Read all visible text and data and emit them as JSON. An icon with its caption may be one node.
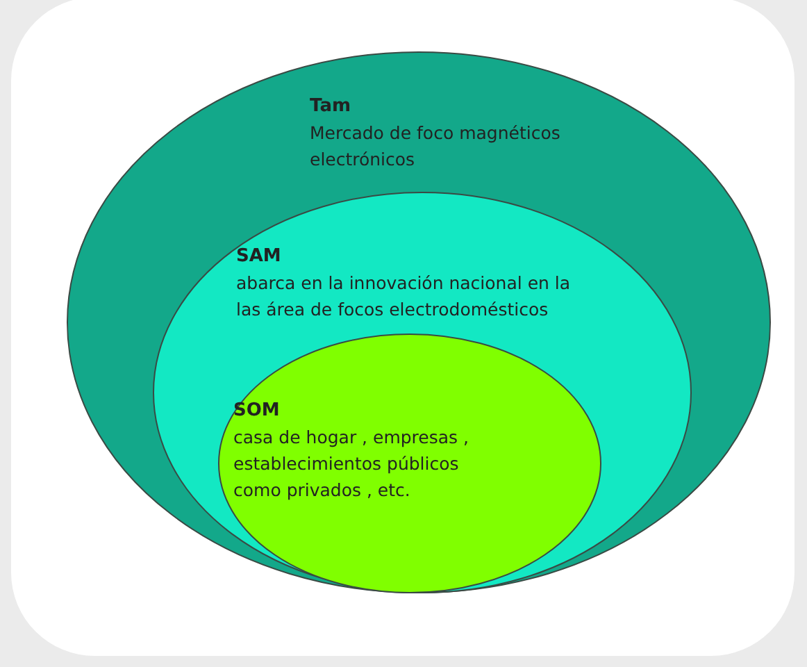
{
  "diagram": {
    "nodes": [
      {
        "text": [
          "Tam",
          "Mercado de foco magnéticos electrónicos"
        ]
      },
      {
        "text": [
          "SAM",
          "abarca en la innovación nacional en la las área de focos electrodomésticos"
        ],
        "in": 0
      },
      {
        "text": [
          "SOM",
          "casa de hogar , empresas , establecimientos públicos como privados , etc."
        ],
        "in": 1
      }
    ]
  }
}
